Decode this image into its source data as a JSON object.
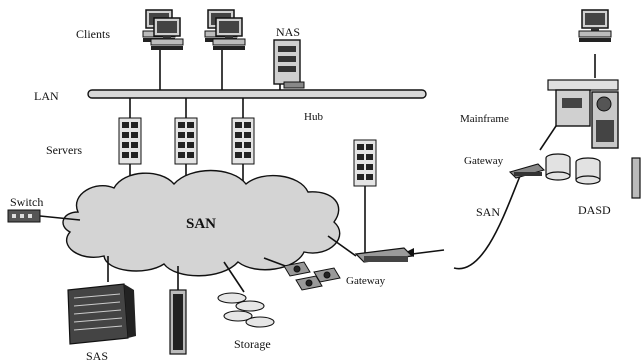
{
  "labels": {
    "clients": "Clients",
    "nas": "NAS",
    "lan": "LAN",
    "hub": "Hub",
    "servers": "Servers",
    "switch": "Switch",
    "san_cloud": "SAN",
    "gateway_main": "Gateway",
    "gateway_mainframe": "Gateway",
    "mainframe": "Mainframe",
    "san_link": "SAN",
    "dasd": "DASD",
    "sas": "SAS",
    "storage": "Storage"
  },
  "icons": {
    "client": "desktop-computer-icon",
    "nas": "nas-tower-icon",
    "hub": "network-hub-icon",
    "server": "rack-server-icon",
    "switch": "network-switch-icon",
    "gateway": "gateway-device-icon",
    "mainframe": "mainframe-icon",
    "dasd": "disk-drum-icon",
    "sas": "storage-cabinet-icon",
    "tape": "tape-library-icon",
    "disks": "disk-stack-icon",
    "tower": "tower-storage-icon"
  },
  "colors": {
    "ink": "#111111",
    "lan_bar": "#d8d8d8",
    "cloud": "#d4d4d4",
    "device": "#cfcfcf"
  }
}
